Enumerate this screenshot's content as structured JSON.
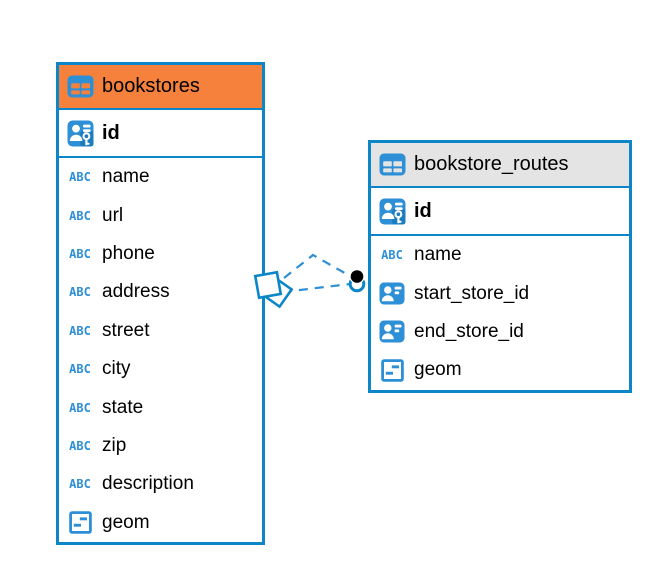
{
  "diagram": {
    "kind": "entity-relationship-diagram",
    "background": "#ffffff"
  },
  "colors": {
    "table_border_blue": "#0d86c8",
    "icon_blue": "#2d8fd5",
    "relation_line_blue": "#2e8fd4",
    "selected_header_orange": "#f5813c",
    "header_gray": "#e4e4e4",
    "text": "#000000"
  },
  "icons": {
    "text_glyph": "ABC",
    "table_icon": "table-grid",
    "primary_key_icon": "person-id-key",
    "reference_icon": "person-id-card",
    "geometry_icon": "square-dashes"
  },
  "tables": [
    {
      "name": "bookstores",
      "header_style": "orange",
      "primary_key": {
        "label": "id",
        "icon": "primary-key-icon"
      },
      "columns": [
        {
          "label": "name",
          "icon": "text-type-icon"
        },
        {
          "label": "url",
          "icon": "text-type-icon"
        },
        {
          "label": "phone",
          "icon": "text-type-icon"
        },
        {
          "label": "address",
          "icon": "text-type-icon"
        },
        {
          "label": "street",
          "icon": "text-type-icon"
        },
        {
          "label": "city",
          "icon": "text-type-icon"
        },
        {
          "label": "state",
          "icon": "text-type-icon"
        },
        {
          "label": "zip",
          "icon": "text-type-icon"
        },
        {
          "label": "description",
          "icon": "text-type-icon"
        },
        {
          "label": "geom",
          "icon": "geometry-type-icon"
        }
      ]
    },
    {
      "name": "bookstore_routes",
      "header_style": "gray",
      "primary_key": {
        "label": "id",
        "icon": "primary-key-icon"
      },
      "columns": [
        {
          "label": "name",
          "icon": "text-type-icon"
        },
        {
          "label": "start_store_id",
          "icon": "reference-type-icon"
        },
        {
          "label": "end_store_id",
          "icon": "reference-type-icon"
        },
        {
          "label": "geom",
          "icon": "geometry-type-icon"
        }
      ]
    }
  ],
  "relation": {
    "from_table": "bookstores",
    "to_table": "bookstore_routes",
    "line_style": "dashed",
    "line_count": 2,
    "many_end_marker": "overlapping-squares",
    "one_end_marker": "black-dot-with-blue-crescent"
  }
}
